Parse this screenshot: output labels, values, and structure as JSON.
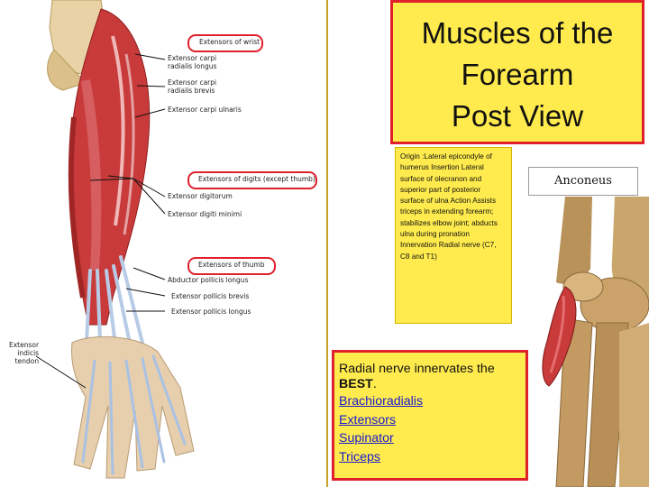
{
  "figure": {
    "labels": [
      "Extensors of wrist",
      "Extensor carpi\nradialis longus",
      "Extensor carpi\nradialis brevis",
      "Extensor carpi ulnaris",
      "Extensors of digits (except thumb)",
      "Extensor digitorum",
      "Extensor digiti minimi",
      "Extensors of thumb",
      "Abductor pollicis longus",
      "Extensor pollicis brevis",
      "Extensor pollicis longus",
      "Extensor\nindicis\ntendon"
    ]
  },
  "title": "Muscles of the\nForearm\nPost View",
  "info": "Origin :Lateral epicondyle of humerus Insertion Lateral surface of olecranon and superior part of posterior surface of ulna Action Assists triceps in extending forearm; stabilizes elbow joint; abducts ulna during pronation Innervation Radial nerve (C7, C8 and T1)",
  "quiz": {
    "question_prefix": "Radial nerve innervates the ",
    "question_emphasis": "BEST",
    "question_suffix": ".",
    "options": [
      "Brachioradialis",
      "Extensors",
      "Supinator",
      "Triceps"
    ]
  },
  "anconeus": {
    "label": "Anconeus"
  },
  "colors": {
    "title_bg": "#ffeb4d",
    "border_red": "#e0202a",
    "link": "#1a1acd",
    "muscle": "#c93a3a",
    "bone": "#c9a66b"
  }
}
